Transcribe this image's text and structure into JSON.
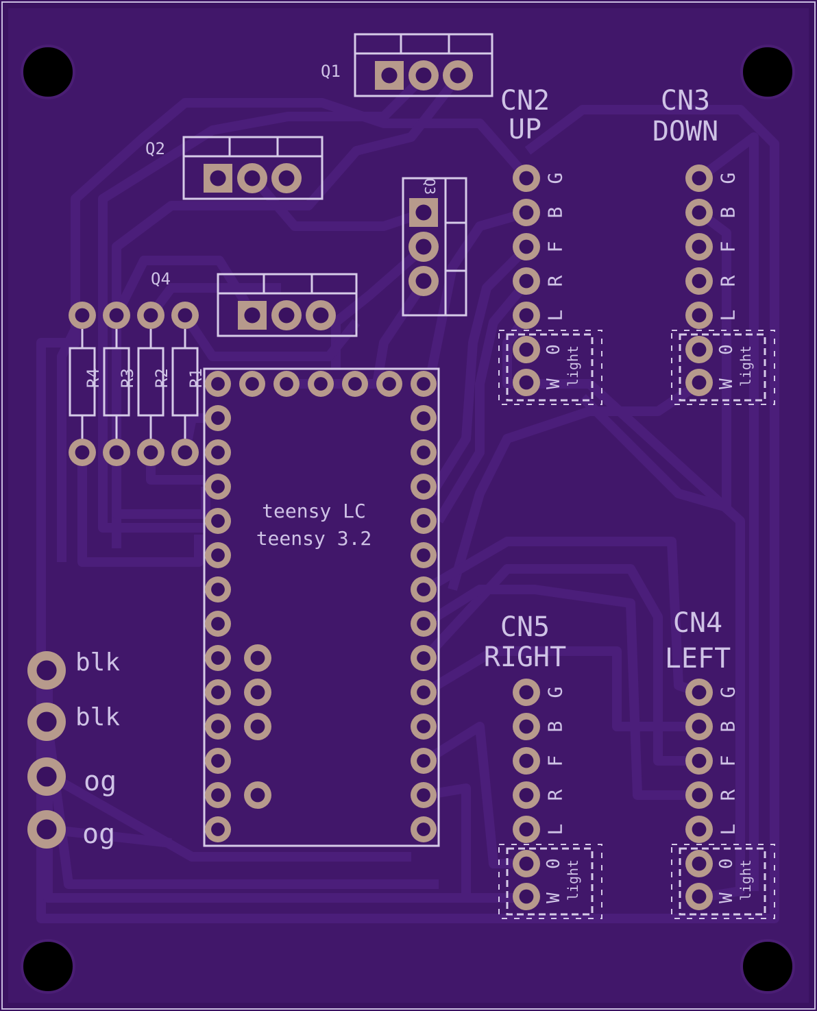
{
  "colors": {
    "board": "#3a1260",
    "copper": "#42186a",
    "trace": "#4b1d78",
    "silk": "#d6cbe8",
    "pad": "#b79a8c",
    "hole": "#3a1260",
    "mount_hole": "#000000"
  },
  "transistors": [
    {
      "label": "Q1"
    },
    {
      "label": "Q2"
    },
    {
      "label": "Q3"
    },
    {
      "label": "Q4"
    }
  ],
  "resistors": [
    {
      "label": "R4"
    },
    {
      "label": "R3"
    },
    {
      "label": "R2"
    },
    {
      "label": "R1"
    }
  ],
  "mcu": {
    "line1": "teensy LC",
    "line2": "teensy 3.2"
  },
  "connectors": [
    {
      "id": "CN2",
      "name": "UP"
    },
    {
      "id": "CN3",
      "name": "DOWN"
    },
    {
      "id": "CN5",
      "name": "RIGHT"
    },
    {
      "id": "CN4",
      "name": "LEFT"
    }
  ],
  "pin_labels": [
    "G",
    "B",
    "F",
    "R",
    "L"
  ],
  "light_block": {
    "pin_top": "0",
    "pin_bottom": "W",
    "label": "light"
  },
  "power_pins": [
    "blk",
    "blk",
    "og",
    "og"
  ]
}
